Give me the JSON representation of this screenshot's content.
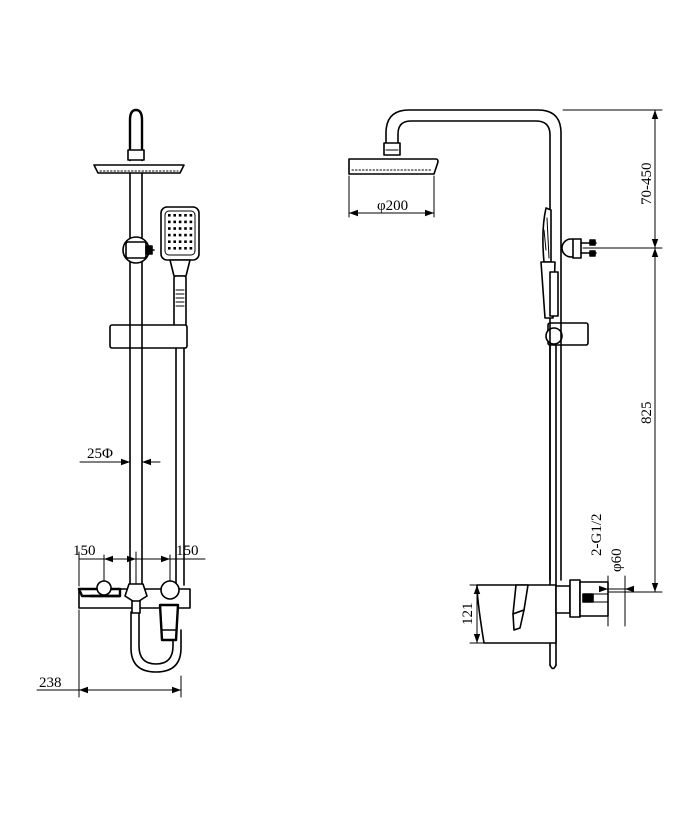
{
  "front_view": {
    "pipe_diameter": "25",
    "left_spacing": "150",
    "right_spacing": "150",
    "spout_reach": "238"
  },
  "side_view": {
    "head_diameter": "200",
    "arm_height_range": "70-450",
    "bracket_height": "825",
    "inlet_thread": "2-G1/2",
    "escutcheon_diameter": "60",
    "mixer_height": "121"
  },
  "symbols": {
    "diameter": "Φ",
    "diameter_round": "φ"
  }
}
